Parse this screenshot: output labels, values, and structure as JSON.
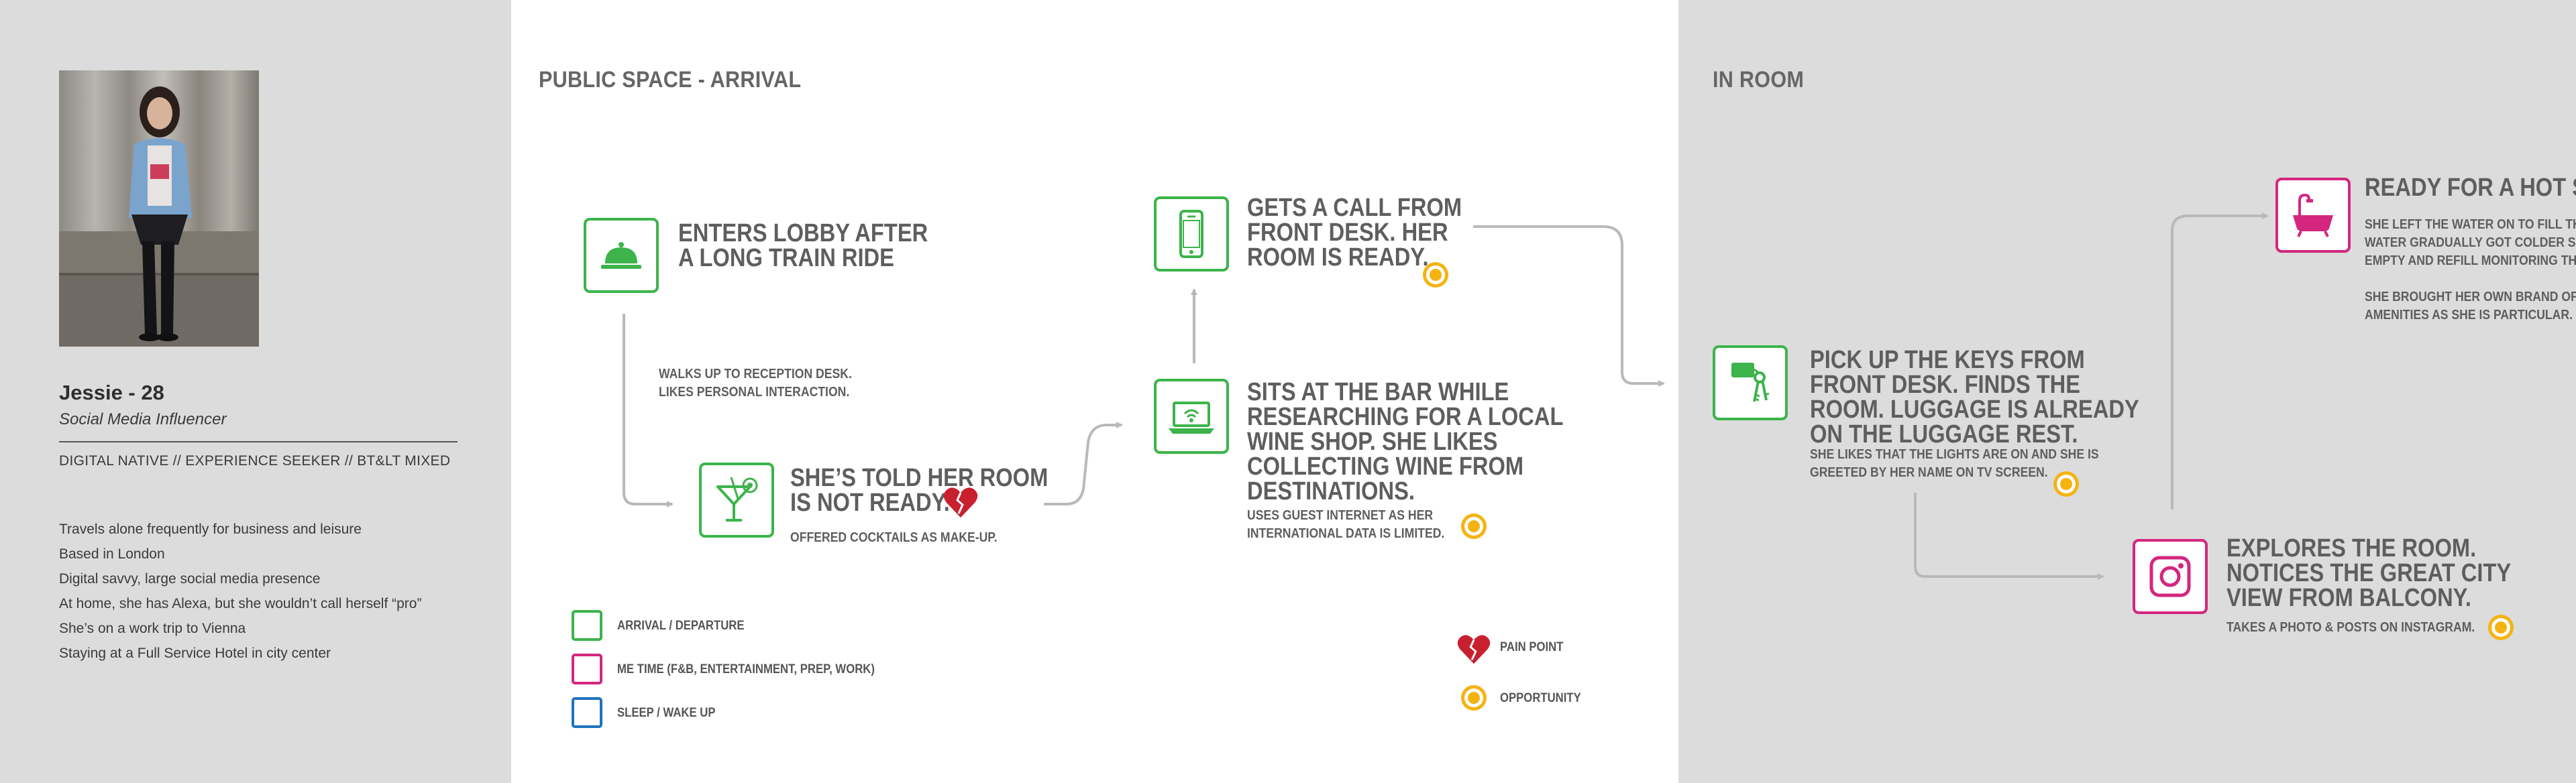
{
  "persona": {
    "name": "Jessie - 28",
    "role": "Social Media Influencer",
    "tags": "DIGITAL NATIVE // EXPERIENCE SEEKER // BT&LT MIXED",
    "facts": [
      "Travels alone frequently for business and leisure",
      "Based in London",
      "Digital savvy, large social media presence",
      "At home, she has Alexa, but she wouldn’t call herself “pro”",
      "She’s on a work trip to Vienna",
      "Staying at a Full Service Hotel in city center"
    ]
  },
  "arrival": {
    "title": "PUBLIC SPACE - ARRIVAL",
    "steps": [
      {
        "title_lines": [
          "ENTERS LOBBY AFTER",
          "A LONG TRAIN RIDE"
        ],
        "icon": "service-bell-icon"
      },
      {
        "title_lines": [],
        "note_lines": [
          "WALKS UP TO RECEPTION DESK.",
          "LIKES PERSONAL INTERACTION."
        ]
      },
      {
        "title_lines": [
          "SHE’S TOLD HER ROOM",
          "IS NOT READY."
        ],
        "note_lines": [
          "OFFERED COCKTAILS AS MAKE-UP."
        ],
        "icon": "cocktail-icon",
        "pain_point": true
      },
      {
        "title_lines": [
          "SITS AT THE BAR WHILE",
          "RESEARCHING FOR A LOCAL",
          "WINE SHOP. SHE LIKES",
          "COLLECTING WINE FROM",
          "DESTINATIONS."
        ],
        "note_lines": [
          "USES GUEST INTERNET AS HER",
          "INTERNATIONAL DATA IS LIMITED."
        ],
        "icon": "laptop-wifi-icon",
        "opportunity": true
      },
      {
        "title_lines": [
          "GETS A CALL FROM",
          "FRONT DESK. HER",
          "ROOM IS READY."
        ],
        "icon": "phone-icon",
        "opportunity": true
      }
    ],
    "legend": [
      {
        "label": "ARRIVAL / DEPARTURE",
        "color": "#3cb44b"
      },
      {
        "label": "ME TIME (F&B, ENTERTAINMENT, PREP, WORK)",
        "color": "#d4267f"
      },
      {
        "label": "SLEEP / WAKE UP",
        "color": "#1e73be"
      }
    ],
    "key": {
      "pain_point": "PAIN POINT",
      "opportunity": "OPPORTUNITY"
    }
  },
  "in_room": {
    "title": "IN ROOM",
    "steps": [
      {
        "title_lines": [
          "PICK UP THE KEYS FROM",
          "FRONT DESK. FINDS THE",
          "ROOM. LUGGAGE IS ALREADY",
          "ON THE LUGGAGE REST."
        ],
        "note_lines": [
          "SHE LIKES THAT THE LIGHTS ARE ON AND SHE IS",
          "GREETED BY HER NAME ON TV SCREEN."
        ],
        "icon": "keys-icon",
        "opportunity": true
      },
      {
        "title_lines": [
          "EXPLORES THE ROOM.",
          "NOTICES THE GREAT CITY",
          "VIEW FROM BALCONY."
        ],
        "note_lines": [
          "TAKES A PHOTO & POSTS ON INSTAGRAM."
        ],
        "icon": "instagram-icon",
        "opportunity": true
      },
      {
        "title_lines": [
          "READY FOR A HOT SHOWER"
        ],
        "note_lines": [
          "SHE LEFT THE WATER ON TO FILL THE TUB",
          "WATER GRADUALLY GOT COLDER SO SHE HAD TO",
          "EMPTY AND REFILL MONITORING THE TEMPERATURE",
          "",
          "SHE BROUGHT HER OWN BRAND OF",
          "AMENITIES AS SHE IS PARTICULAR."
        ],
        "icon": "bathtub-icon"
      }
    ]
  },
  "colors": {
    "arrival": "#3cb44b",
    "me_time": "#d4267f",
    "sleep": "#1e73be",
    "opportunity": "#f5b311",
    "pain": "#c8202f",
    "connector": "#b9b9b9"
  }
}
